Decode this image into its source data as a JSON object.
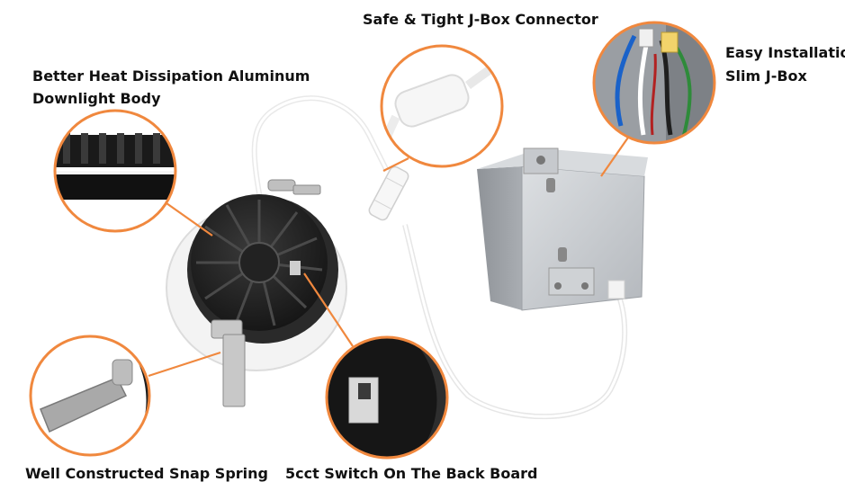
{
  "labels": {
    "heat_line1": "Better Heat Dissipation Aluminum",
    "heat_line2": "Downlight Body",
    "connector": "Safe & Tight J-Box Connector",
    "install_line1": "Easy Installation",
    "install_line2": "Slim J-Box",
    "spring": "Well Constructed Snap Spring",
    "switch": "5cct Switch On The Back Board"
  },
  "colors": {
    "accent_orange": "#f0883e",
    "body_black": "#1e1e1e",
    "trim_white": "#f4f4f4",
    "box_silver": "#c9ccd0",
    "cable_white": "#fafafa"
  }
}
